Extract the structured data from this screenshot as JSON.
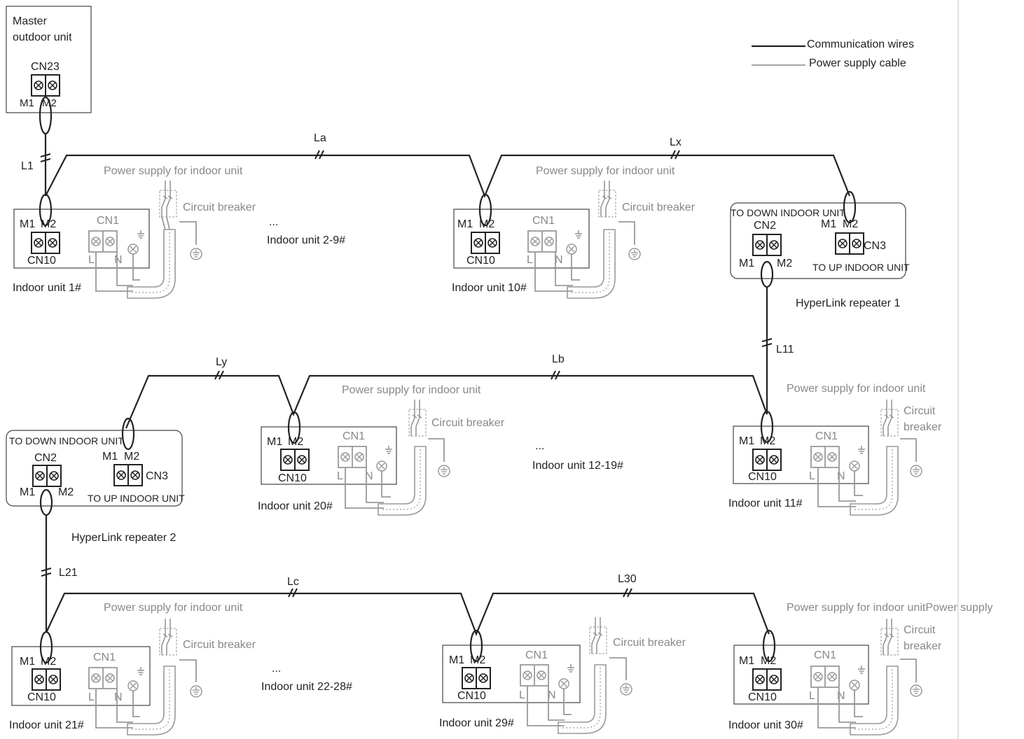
{
  "legend": {
    "communication": "Communication wires",
    "power": "Power supply cable"
  },
  "master": {
    "line1": "Master",
    "line2": "outdoor unit",
    "connector": "CN23",
    "m1": "M1",
    "m2": "M2"
  },
  "common": {
    "m1": "M1",
    "m2": "M2",
    "cn10": "CN10",
    "cn1": "CN1",
    "l": "L",
    "n": "N",
    "power_supply": "Power supply for indoor unit",
    "circuit_breaker": "Circuit breaker",
    "circuit": "Circuit",
    "breaker": "breaker",
    "ellipsis": "...",
    "to_down": "TO DOWN INDOOR UNIT",
    "to_up": "TO UP INDOOR UNIT",
    "cn2": "CN2",
    "cn3": "CN3"
  },
  "units": {
    "u1": "Indoor unit 1#",
    "u2_9": "Indoor unit 2-9#",
    "u10": "Indoor unit 10#",
    "u11": "Indoor unit 11#",
    "u12_19": "Indoor unit 12-19#",
    "u20": "Indoor unit 20#",
    "u21": "Indoor unit 21#",
    "u22_28": "Indoor unit 22-28#",
    "u29": "Indoor unit 29#",
    "u30": "Indoor unit 30#"
  },
  "repeaters": {
    "r1": "HyperLink repeater 1",
    "r2": "HyperLink repeater 2"
  },
  "segments": {
    "L1": "L1",
    "La": "La",
    "Lx": "Lx",
    "L11": "L11",
    "Ly": "Ly",
    "Lb": "Lb",
    "L21": "L21",
    "Lc": "Lc",
    "L30": "L30"
  },
  "overflow_text": "Power supply for indoor unitPower supply"
}
